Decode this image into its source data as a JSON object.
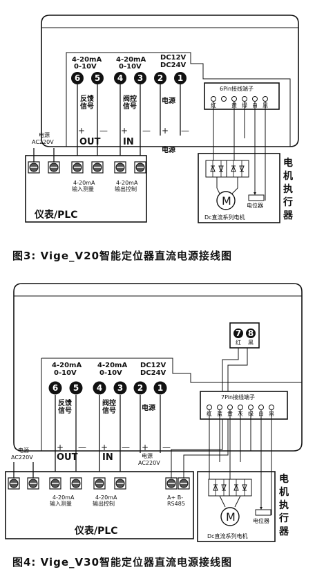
{
  "fig3": {
    "caption": "图3: Vige_V20智能定位器直流电源接线图",
    "range_a_top": "4-20mA",
    "range_a_bot": "0-10V",
    "range_b_top": "4-20mA",
    "range_b_bot": "0-10V",
    "dc_top": "DC12V",
    "dc_bot": "DC24V",
    "terminals": [
      "6",
      "5",
      "4",
      "3",
      "2",
      "1"
    ],
    "fb_1": "反馈",
    "fb_2": "信号",
    "vc_1": "阀控",
    "vc_2": "信号",
    "power": "电源",
    "out": "OUT",
    "in": "IN",
    "power2": "电源",
    "plus": "+",
    "minus": "—",
    "src_1": "电源",
    "src_2": "AC220V",
    "in_meas_1": "4-20mA",
    "in_meas_2": "输入测量",
    "out_ctrl_1": "4-20mA",
    "out_ctrl_2": "输出控制",
    "plc": "仪表/PLC",
    "pin_title": "6Pin接线端子",
    "pin_colors": [
      "红",
      "",
      "黄",
      "绿",
      "白",
      "黑"
    ],
    "motor_label": "M",
    "pot_label": "电位器",
    "motor_desc": "Dc直流系列电机",
    "actuator": [
      "电",
      "机",
      "执",
      "行",
      "器"
    ]
  },
  "fig4": {
    "caption": "图4: Vige_V30智能定位器直流电源接线图",
    "range_a_top": "4-20mA",
    "range_a_bot": "0-10V",
    "range_b_top": "4-20mA",
    "range_b_bot": "0-10V",
    "dc_top": "DC12V",
    "dc_bot": "DC24V",
    "terminals": [
      "6",
      "5",
      "4",
      "3",
      "2",
      "1"
    ],
    "fb_1": "反馈",
    "fb_2": "信号",
    "vc_1": "阀控",
    "vc_2": "信号",
    "power": "电源",
    "out": "OUT",
    "in": "IN",
    "plus": "+",
    "minus": "—",
    "src_1": "电源",
    "src_2": "AC220V",
    "src2_1": "电源",
    "src2_2": "AC220V",
    "in_meas_1": "4-20mA",
    "in_meas_2": "输入测量",
    "out_ctrl_1": "4-20mA",
    "out_ctrl_2": "输出控制",
    "rs_1": "A+  B-",
    "rs_2": "RS485",
    "plc": "仪表/PLC",
    "pin_title": "7Pin接线端子",
    "pin_colors": [
      "红",
      "蓝",
      "黄",
      "灰",
      "绿",
      "白",
      "黑"
    ],
    "aux_terminals": [
      "7",
      "8"
    ],
    "aux_colors": [
      "红",
      "黑"
    ],
    "motor_label": "M",
    "pot_label": "电位器",
    "motor_desc": "Dc直流系列电机",
    "actuator": [
      "电",
      "机",
      "执",
      "行",
      "器"
    ]
  }
}
